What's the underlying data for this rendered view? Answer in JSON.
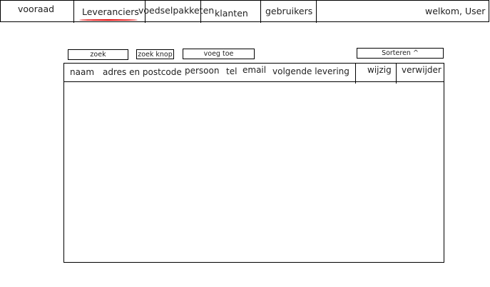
{
  "nav": {
    "items": [
      {
        "label": "vooraad"
      },
      {
        "label": "Leveranciers",
        "active": true
      },
      {
        "label": "voedselpakketen"
      },
      {
        "label": "klanten"
      },
      {
        "label": "gebruikers"
      }
    ],
    "welcome": "welkom, User",
    "active_color": "#e00000"
  },
  "toolbar": {
    "search_label": "zoek",
    "search_button_label": "zoek knop",
    "add_label": "voeg toe",
    "sort_label": "Sorteren ^"
  },
  "table": {
    "columns": [
      "naam",
      "adres en postcode",
      "persoon",
      "tel",
      "email",
      "volgende levering",
      "wijzig",
      "verwijder"
    ],
    "rows": []
  }
}
